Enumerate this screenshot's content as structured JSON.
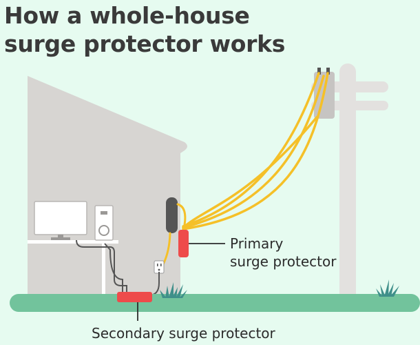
{
  "title": {
    "line1": "How a whole-house",
    "line2": "surge protector works"
  },
  "labels": {
    "primary_line1": "Primary",
    "primary_line2": "surge protector",
    "secondary": "Secondary surge protector"
  },
  "colors": {
    "background": "#e6fbf0",
    "house": "#d7d5d2",
    "pole": "#e3e1df",
    "ground": "#72c39c",
    "wire": "#f5c028",
    "protector": "#ee4b4b",
    "meter": "#555555",
    "title_text": "#3a3a3a"
  }
}
